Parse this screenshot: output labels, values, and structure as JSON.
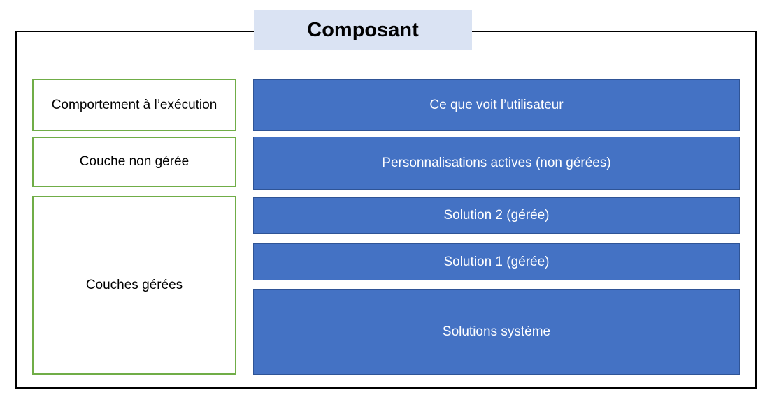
{
  "title": "Composant",
  "left_column": {
    "items": [
      {
        "label": "Comportement à l’exécution"
      },
      {
        "label": "Couche non gérée"
      },
      {
        "label": "Couches gérées"
      }
    ]
  },
  "right_column": {
    "items": [
      {
        "label": "Ce que voit l’utilisateur"
      },
      {
        "label": "Personnalisations actives (non gérées)"
      },
      {
        "label": "Solution 2 (gérée)"
      },
      {
        "label": "Solution 1 (gérée)"
      },
      {
        "label": "Solutions système"
      }
    ]
  },
  "colors": {
    "layer_fill": "#4472C4",
    "layer_border": "#2F5496",
    "label_border": "#70AD47",
    "title_background": "#DAE3F3",
    "frame_border": "#000000"
  }
}
